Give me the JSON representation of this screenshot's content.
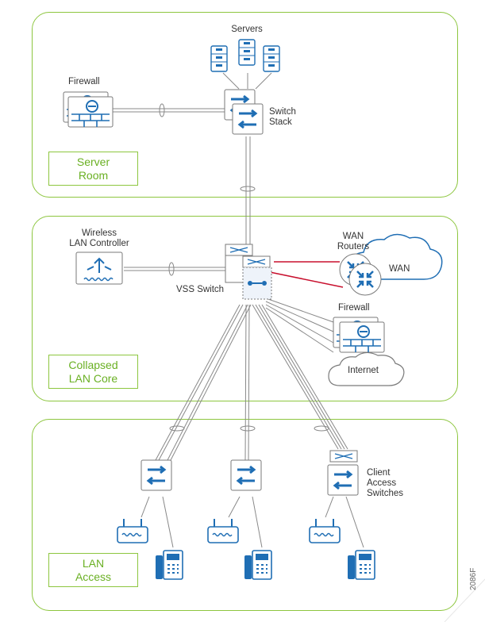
{
  "zones": {
    "server_room": {
      "label": "Server\nRoom"
    },
    "lan_core": {
      "label": "Collapsed\nLAN Core"
    },
    "lan_access": {
      "label": "LAN\nAccess"
    }
  },
  "labels": {
    "servers": "Servers",
    "firewall_server": "Firewall",
    "switch_stack": "Switch\nStack",
    "wlc": "Wireless\nLAN Controller",
    "vss_switch": "VSS Switch",
    "wan_routers": "WAN\nRouters",
    "wan": "WAN",
    "firewall_core": "Firewall",
    "internet": "Internet",
    "client_access": "Client\nAccess\nSwitches"
  },
  "figure_id": "2086F",
  "colors": {
    "zone_border": "#8dc63f",
    "zone_text": "#6ab023",
    "device_blue": "#1f6eb4",
    "link_red": "#c8102e",
    "link_gray": "#888888"
  }
}
